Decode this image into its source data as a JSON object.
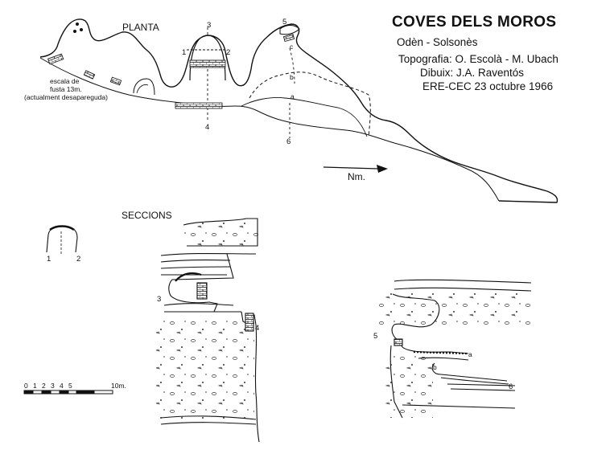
{
  "header": {
    "title": "COVES DELS MOROS",
    "location": "Odèn - Solsonès",
    "topography": "Topografia: O. Escolà - M. Ubach",
    "drawing": "Dibuix: J.A. Raventós",
    "credit": "ERE-CEC   23 octubre 1966"
  },
  "plan": {
    "label": "PLANTA",
    "north_label": "Nm.",
    "ladder_note": [
      "escala de",
      "fusta 13m.",
      "(actualment desapareguda)"
    ],
    "markers": [
      "1",
      "2",
      "3",
      "4",
      "5",
      "6",
      "a",
      "b",
      "c"
    ]
  },
  "sections": {
    "label": "SECCIONS",
    "markers": [
      "1",
      "2",
      "3",
      "4",
      "5",
      "6",
      "a",
      "b"
    ]
  },
  "scale_bar": {
    "ticks": [
      "0",
      "1",
      "2",
      "3",
      "4",
      "5"
    ],
    "end_label": "10m."
  }
}
